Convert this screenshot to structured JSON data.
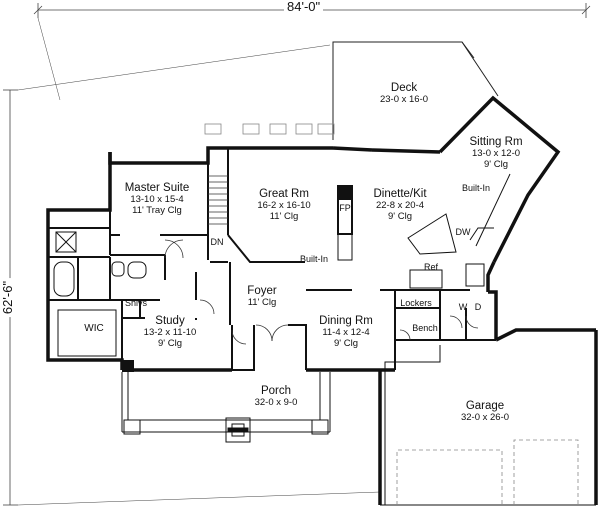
{
  "dimensions": {
    "width_label": "84'-0\"",
    "depth_label": "62'-6\""
  },
  "rooms": {
    "deck": {
      "name": "Deck",
      "size": "23-0 x 16-0"
    },
    "sitting": {
      "name": "Sitting Rm",
      "size": "13-0 x 12-0",
      "ceiling": "9' Clg"
    },
    "master": {
      "name": "Master Suite",
      "size": "13-10 x 15-4",
      "ceiling": "11' Tray Clg"
    },
    "great": {
      "name": "Great Rm",
      "size": "16-2 x 16-10",
      "ceiling": "11' Clg"
    },
    "dinette": {
      "name": "Dinette/Kit",
      "size": "22-8 x 20-4",
      "ceiling": "9' Clg"
    },
    "foyer": {
      "name": "Foyer",
      "ceiling": "11' Clg"
    },
    "study": {
      "name": "Study",
      "size": "13-2 x 11-10",
      "ceiling": "9' Clg"
    },
    "dining": {
      "name": "Dining Rm",
      "size": "11-4 x 12-4",
      "ceiling": "9' Clg"
    },
    "porch": {
      "name": "Porch",
      "size": "32-0 x 9-0"
    },
    "garage": {
      "name": "Garage",
      "size": "32-0 x 26-0"
    }
  },
  "labels": {
    "fp": "FP",
    "dn": "DN",
    "built_in_great": "Built-In",
    "built_in_sitting": "Built-In",
    "dw": "DW",
    "ref": "Ref",
    "lockers": "Lockers",
    "bench": "Bench",
    "w": "W",
    "d": "D",
    "shlvs": "Shlvs",
    "wic": "WIC"
  }
}
